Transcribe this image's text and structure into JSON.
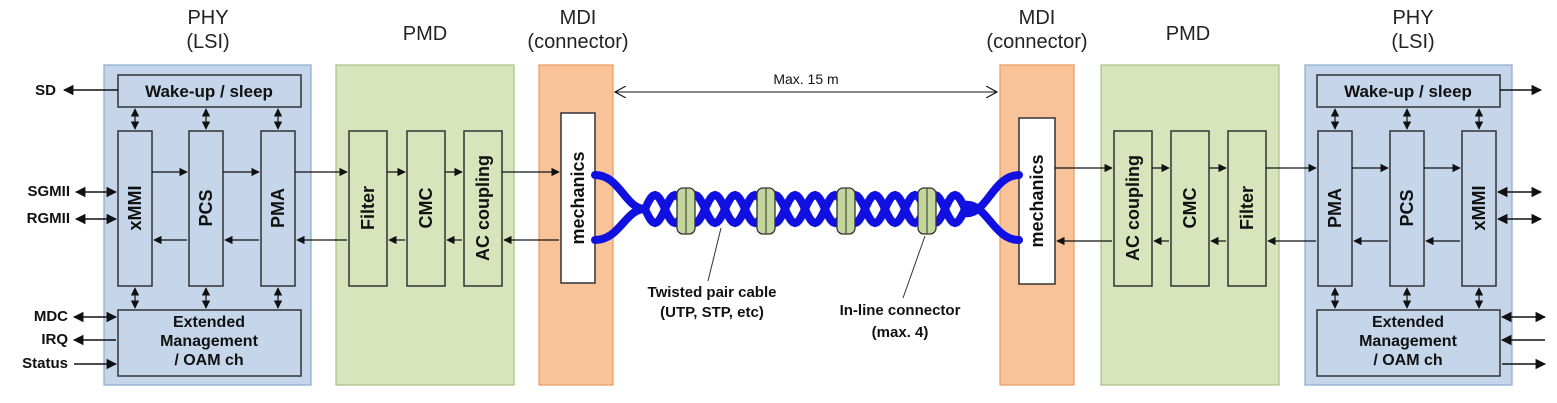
{
  "headers": {
    "phy_left_line1": "PHY",
    "phy_left_line2": "(LSI)",
    "pmd_left": "PMD",
    "mdi_left_line1": "MDI",
    "mdi_left_line2": "(connector)",
    "mdi_right_line1": "MDI",
    "mdi_right_line2": "(connector)",
    "pmd_right": "PMD",
    "phy_right_line1": "PHY",
    "phy_right_line2": "(LSI)"
  },
  "phy": {
    "wakeup": "Wake-up / sleep",
    "xmmi": "xMMI",
    "pcs": "PCS",
    "pma": "PMA",
    "mgmt_line1": "Extended",
    "mgmt_line2": "Management",
    "mgmt_line3": "/ OAM ch"
  },
  "pmd": {
    "filter": "Filter",
    "cmc": "CMC",
    "ac": "AC coupling"
  },
  "mdi": {
    "mechanics": "mechanics"
  },
  "signals": {
    "sd": "SD",
    "sgmii": "SGMII",
    "rgmii": "RGMII",
    "mdc": "MDC",
    "irq": "IRQ",
    "status": "Status"
  },
  "cable": {
    "max_length": "Max. 15 m",
    "twisted_line1": "Twisted pair cable",
    "twisted_line2": "(UTP, STP, etc)",
    "inline_line1": "In-line connector",
    "inline_line2": "(max. 4)"
  },
  "colors": {
    "phy_bg": "#c5d5ea",
    "pmd_bg": "#d8e4bc",
    "mdi_bg": "#f9c39a",
    "block_border": "#333333",
    "cable": "#1010e0",
    "inline_connector": "#c3d69b"
  }
}
